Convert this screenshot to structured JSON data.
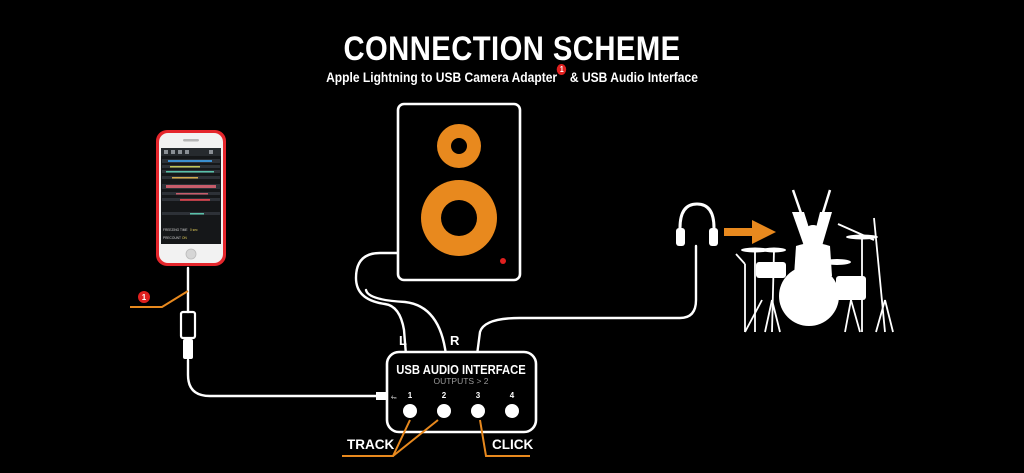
{
  "header": {
    "title": "CONNECTION SCHEME",
    "subtitle_part1": "Apple Lightning to USB Camera Adapter",
    "subtitle_badge": "1",
    "subtitle_part2": " & USB Audio Interface"
  },
  "callouts": {
    "adapter_badge": "1"
  },
  "interface": {
    "title": "USB AUDIO INTERFACE",
    "subtitle": "OUTPUTS > 2",
    "outputs": [
      "1",
      "2",
      "3",
      "4"
    ],
    "usb_symbol": "↚○"
  },
  "speaker": {
    "left_label": "L",
    "right_label": "R"
  },
  "labels": {
    "track": "TRACK",
    "click": "CLICK"
  },
  "phone": {
    "screen_row1": "FREEZING TIME",
    "screen_row1_value": "0 sec",
    "screen_row2": "PRECOUNT",
    "screen_row2_value": "ON"
  },
  "colors": {
    "accent": "#e8891e",
    "badge": "#e0201f",
    "phone_red": "#e5262c",
    "line": "#ffffff"
  }
}
